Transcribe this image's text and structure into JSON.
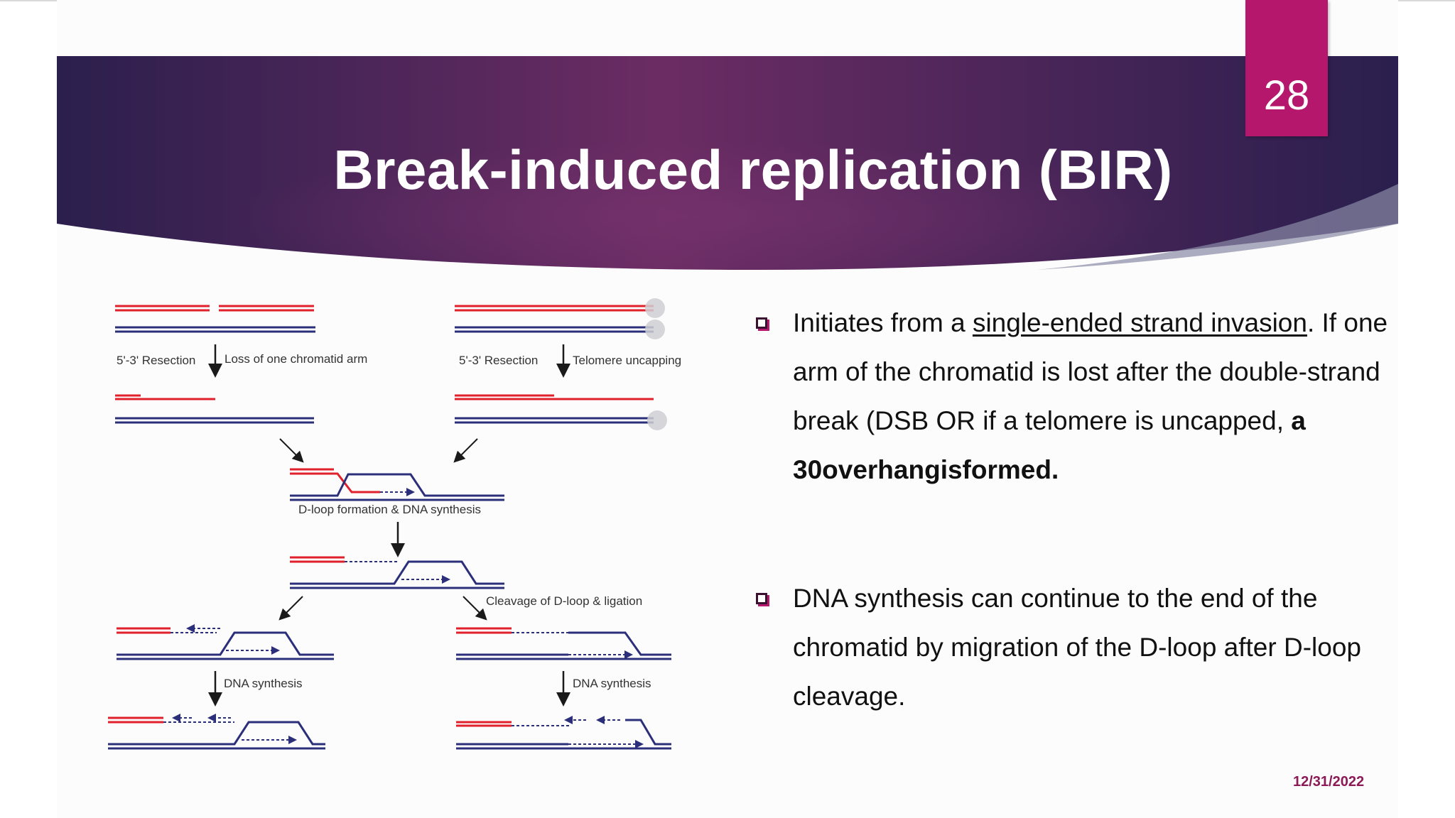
{
  "slide": {
    "number": "28",
    "title": "Break-induced replication (BIR)",
    "date": "12/31/2022",
    "colors": {
      "band_dark": "#2b1f4d",
      "band_mid": "#6b2c63",
      "accent": "#b5176d"
    }
  },
  "diagram": {
    "labels": {
      "resection_left": "5'-3' Resection",
      "loss_arm": "Loss of one chromatid arm",
      "resection_right": "5'-3' Resection",
      "telomere": "Telomere uncapping",
      "dloop": "D-loop formation & DNA synthesis",
      "cleavage": "Cleavage of D-loop & ligation",
      "synth_left": "DNA synthesis",
      "synth_right": "DNA synthesis"
    }
  },
  "bullets": [
    {
      "pre": "Initiates from a ",
      "underlined": "single-ended strand invasion",
      "post": ". If one arm of the chromatid is lost after the double-strand break (DSB OR if a telomere is uncapped, ",
      "bold": "a 30overhangisformed."
    },
    {
      "text": "DNA synthesis can continue to the end of the chromatid by migration of the D-loop after D-loop cleavage."
    }
  ]
}
